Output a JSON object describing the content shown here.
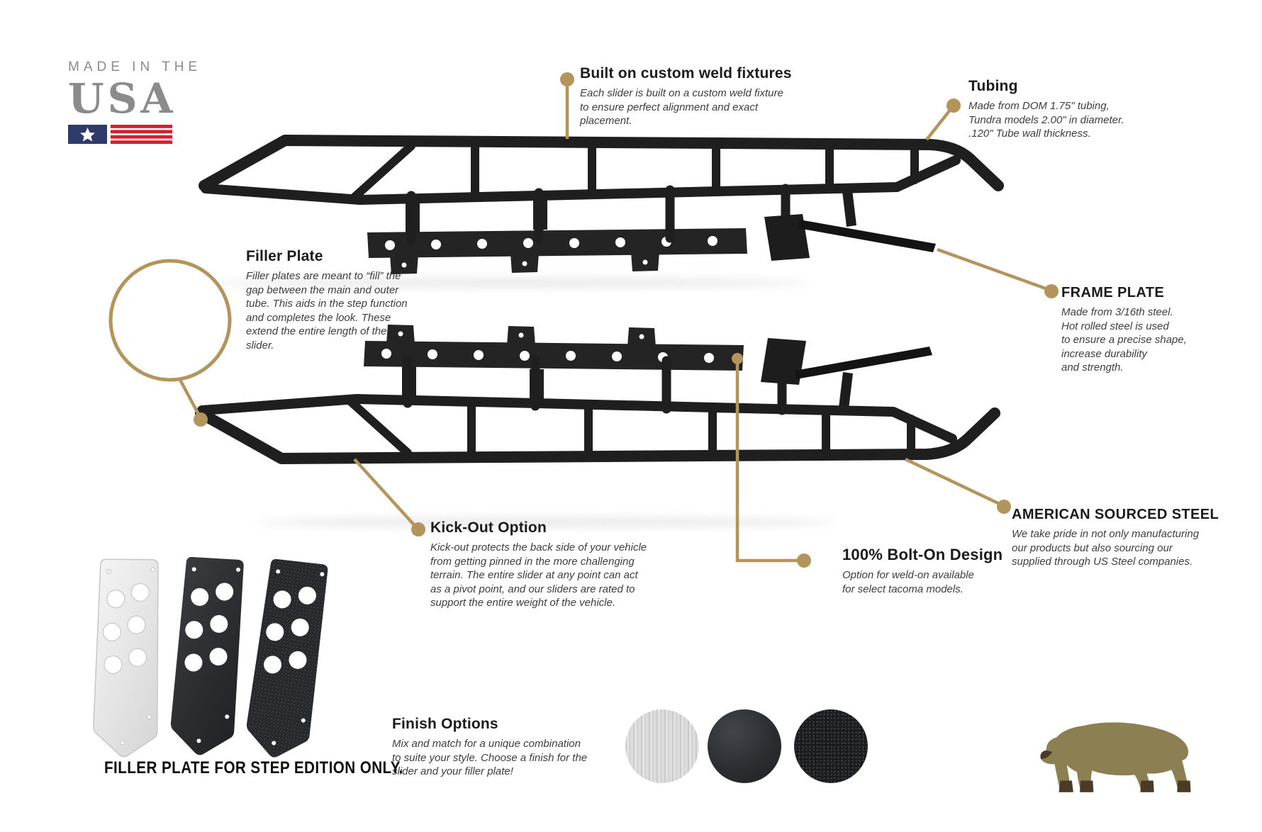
{
  "logo": {
    "line1": "MADE IN THE",
    "line2": "USA"
  },
  "callouts": {
    "weld": {
      "title": "Built on custom weld fixtures",
      "body": "Each slider is built on a custom weld fixture\nto ensure perfect alignment and exact\nplacement."
    },
    "tubing": {
      "title": "Tubing",
      "body": "Made from DOM 1.75\" tubing,\nTundra models 2.00\" in diameter.\n.120\" Tube wall thickness."
    },
    "filler_plate": {
      "title": "Filler Plate",
      "body": "Filler plates are meant to “fill” the\ngap between the main and outer\ntube. This aids in the step function\nand completes the look. These\nextend the entire length of the\nslider."
    },
    "frame_plate": {
      "title": "FRAME PLATE",
      "body": "Made from 3/16th steel.\nHot rolled steel is used\nto ensure a precise shape,\nincrease durability\nand strength."
    },
    "kick_out": {
      "title": "Kick-Out Option",
      "body": "Kick-out protects the back side of your vehicle\nfrom getting pinned in the more challenging\nterrain. The entire slider at any point can act\nas a pivot point, and our sliders are rated to\nsupport the entire weight of the vehicle."
    },
    "bolt_on": {
      "title": "100% Bolt-On Design",
      "body": "Option for weld-on available\nfor select tacoma models."
    },
    "sourced_steel": {
      "title": "AMERICAN SOURCED STEEL",
      "body": "We take pride in not only manufacturing\nour products but also sourcing our\nsupplied through US Steel companies."
    }
  },
  "finish_options": {
    "title": "Finish Options",
    "body": "Mix and match for a unique combination\nto suite your style. Choose a finish for the\nslider and your filler plate!"
  },
  "filler_plate_note": "FILLER PLATE FOR STEP EDITION ONLY.",
  "swatches": [
    {
      "name": "raw-steel"
    },
    {
      "name": "satin-black"
    },
    {
      "name": "texture-black"
    }
  ],
  "colors": {
    "accent_gold": "#b3955c",
    "heading": "#1b1b1b",
    "body_text": "#3e3e3e",
    "logo_gray": "#8b8b8b",
    "flag_navy": "#2e3b68",
    "flag_red": "#d22030",
    "slider_black": "#1f1f1f",
    "bear_olive": "#8c7f51",
    "bear_brown": "#4a3a26"
  }
}
